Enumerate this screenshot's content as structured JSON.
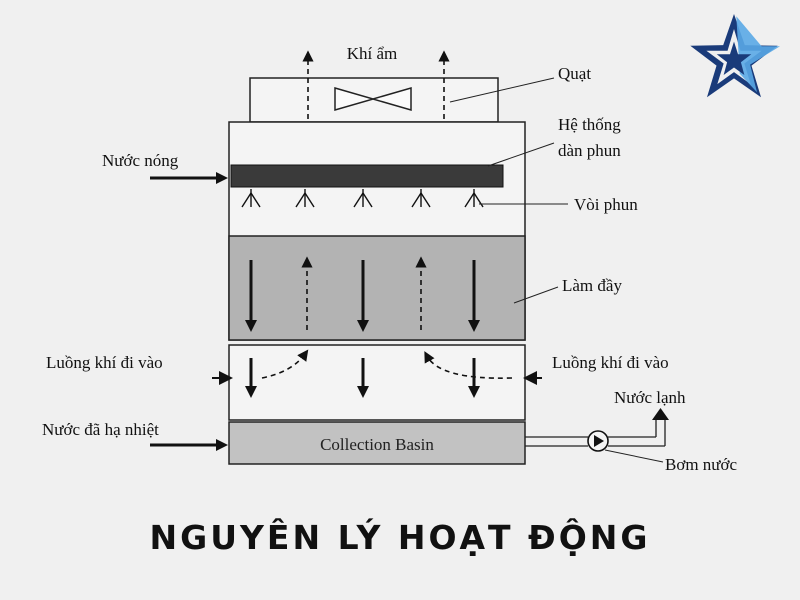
{
  "labels": {
    "moist_air": "Khí ẩm",
    "fan": "Quạt",
    "spray_system_line1": "Hệ thống",
    "spray_system_line2": "dàn phun",
    "hot_water": "Nước nóng",
    "nozzle": "Vòi phun",
    "fill": "Làm đầy",
    "air_in_left": "Luồng khí đi vào",
    "air_in_right": "Luồng khí đi vào",
    "cold_water": "Nước lạnh",
    "cooled_water": "Nước đã hạ nhiệt",
    "basin": "Collection Basin",
    "pump": "Bơm nước"
  },
  "caption": "NGUYÊN LÝ HOẠT ĐỘNG",
  "colors": {
    "background": "#f0f0f0",
    "fill_section": "#b3b3b3",
    "basin": "#c2c2c2",
    "spray_pipe": "#3a3a3a",
    "logo_navy": "#1a3b7a",
    "logo_sky": "#5aa9e6"
  },
  "icons": [
    "fan-icon",
    "pump-icon",
    "logo-star-icon"
  ]
}
